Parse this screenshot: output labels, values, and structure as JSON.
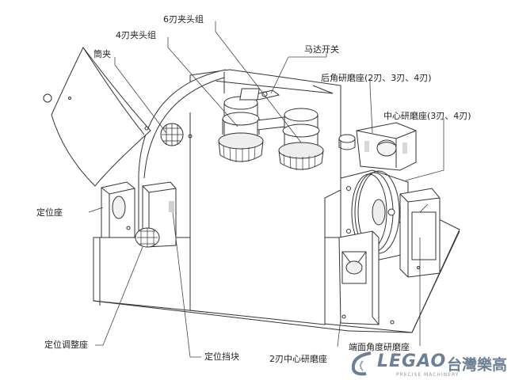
{
  "labels": {
    "six_blade_chuck": "6刃夹头组",
    "four_blade_chuck": "4刃夹头组",
    "collet": "筒夹",
    "motor_switch": "马达开关",
    "relief_angle_seat": "后角研磨座(2刃、3刃、4刃)",
    "center_seat_34": "中心研磨座(3刃、4刃)",
    "positioning_seat": "定位座",
    "positioning_adjust_seat": "定位调整座",
    "positioning_stop": "定位挡块",
    "center_seat_2": "2刃中心研磨座",
    "end_face_angle_seat": "端面角度研磨座"
  },
  "logo": {
    "word": "LEGAO",
    "chinese": "台灣樂高",
    "subtitle": "PRECISE MACHINERY"
  },
  "colors": {
    "line": "#333333",
    "leader": "#444444",
    "shade": "#d8d8d8",
    "logo": "#6d7f95"
  }
}
